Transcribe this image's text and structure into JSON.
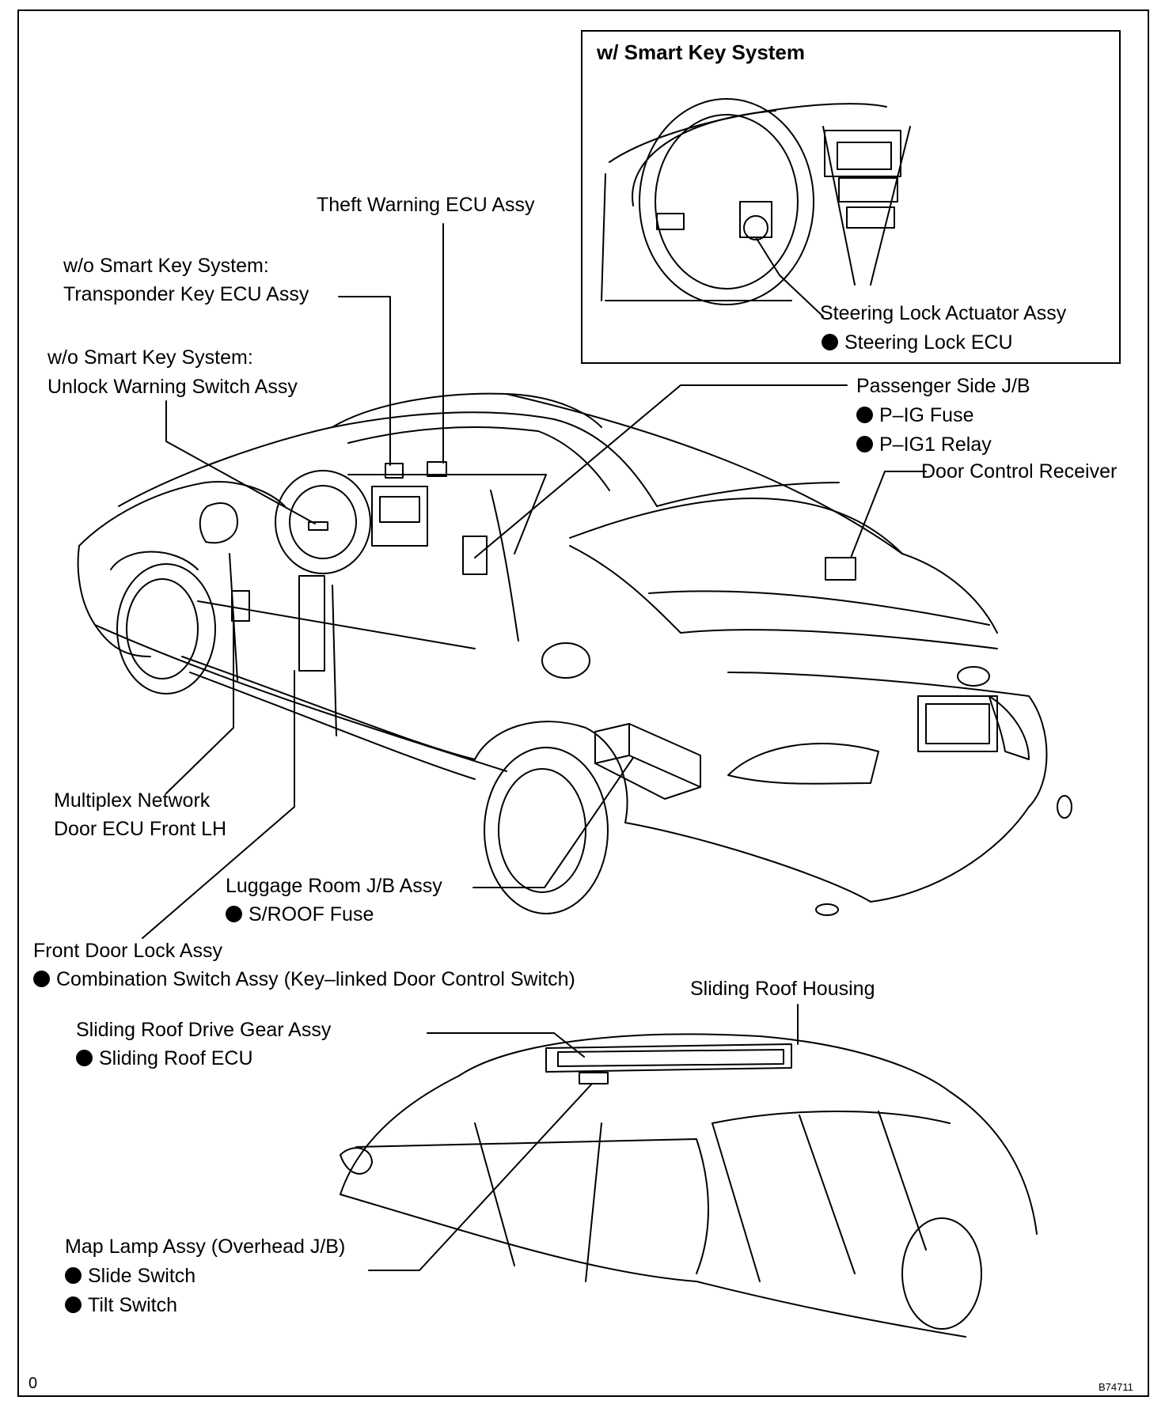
{
  "inset": {
    "title": "w/ Smart Key System",
    "steering_lock_actuator": "Steering Lock Actuator Assy",
    "steering_lock_ecu": "Steering Lock ECU"
  },
  "labels": {
    "theft_warning": "Theft Warning ECU Assy",
    "transponder_line1": "w/o Smart Key System:",
    "transponder_line2": "Transponder Key ECU Assy",
    "unlock_line1": "w/o Smart Key System:",
    "unlock_line2": "Unlock Warning Switch Assy",
    "passenger_jb": "Passenger Side J/B",
    "pig_fuse": "P–IG Fuse",
    "pig1_relay": "P–IG1 Relay",
    "door_control_receiver": "Door Control Receiver",
    "multiplex_line1": "Multiplex Network",
    "multiplex_line2": "Door ECU Front LH",
    "luggage_jb": "Luggage Room J/B Assy",
    "sroof_fuse": "S/ROOF Fuse",
    "front_door_lock": "Front Door Lock Assy",
    "combination_switch": "Combination Switch Assy (Key–linked Door Control Switch)",
    "sliding_roof_housing": "Sliding Roof Housing",
    "sliding_roof_gear": "Sliding Roof Drive Gear Assy",
    "sliding_roof_ecu": "Sliding Roof ECU",
    "map_lamp": "Map Lamp Assy (Overhead J/B)",
    "slide_switch": "Slide Switch",
    "tilt_switch": "Tilt Switch"
  },
  "footer": {
    "page_marker": "0",
    "figure_code": "B74711"
  }
}
